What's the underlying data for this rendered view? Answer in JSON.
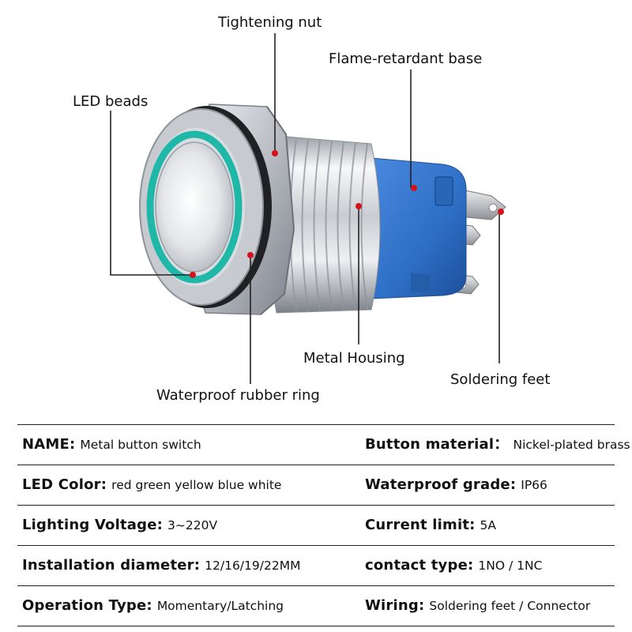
{
  "callouts": {
    "tightening_nut": "Tightening nut",
    "flame_retardant_base": "Flame-retardant base",
    "led_beads": "LED beads",
    "metal_housing": "Metal Housing",
    "soldering_feet": "Soldering feet",
    "waterproof_ring": "Waterproof rubber ring"
  },
  "specs": {
    "name": {
      "label": "NAME:",
      "value": "Metal button switch"
    },
    "button_material": {
      "label": "Button material：",
      "value": "Nickel-plated brass"
    },
    "led_color": {
      "label": "LED Color:",
      "value": "red green yellow blue white"
    },
    "waterproof_grade": {
      "label": "Waterproof grade:",
      "value": "IP66"
    },
    "lighting_voltage": {
      "label": "Lighting Voltage:",
      "value": "3~220V"
    },
    "current_limit": {
      "label": "Current limit:",
      "value": "5A"
    },
    "installation_diameter": {
      "label": "Installation diameter:",
      "value": "12/16/19/22MM"
    },
    "contact_type": {
      "label": "contact type:",
      "value": "1NO / 1NC"
    },
    "operation_type": {
      "label": "Operation Type:",
      "value": "Momentary/Latching"
    },
    "wiring": {
      "label": "Wiring:",
      "value": "Soldering feet / Connector"
    }
  },
  "colors": {
    "led_ring": "#1fb8a8",
    "base_blue": "#2e6fc6",
    "marker_red": "#d3121c",
    "metal_light": "#f2f3f5",
    "metal_dark": "#8a8f96"
  }
}
